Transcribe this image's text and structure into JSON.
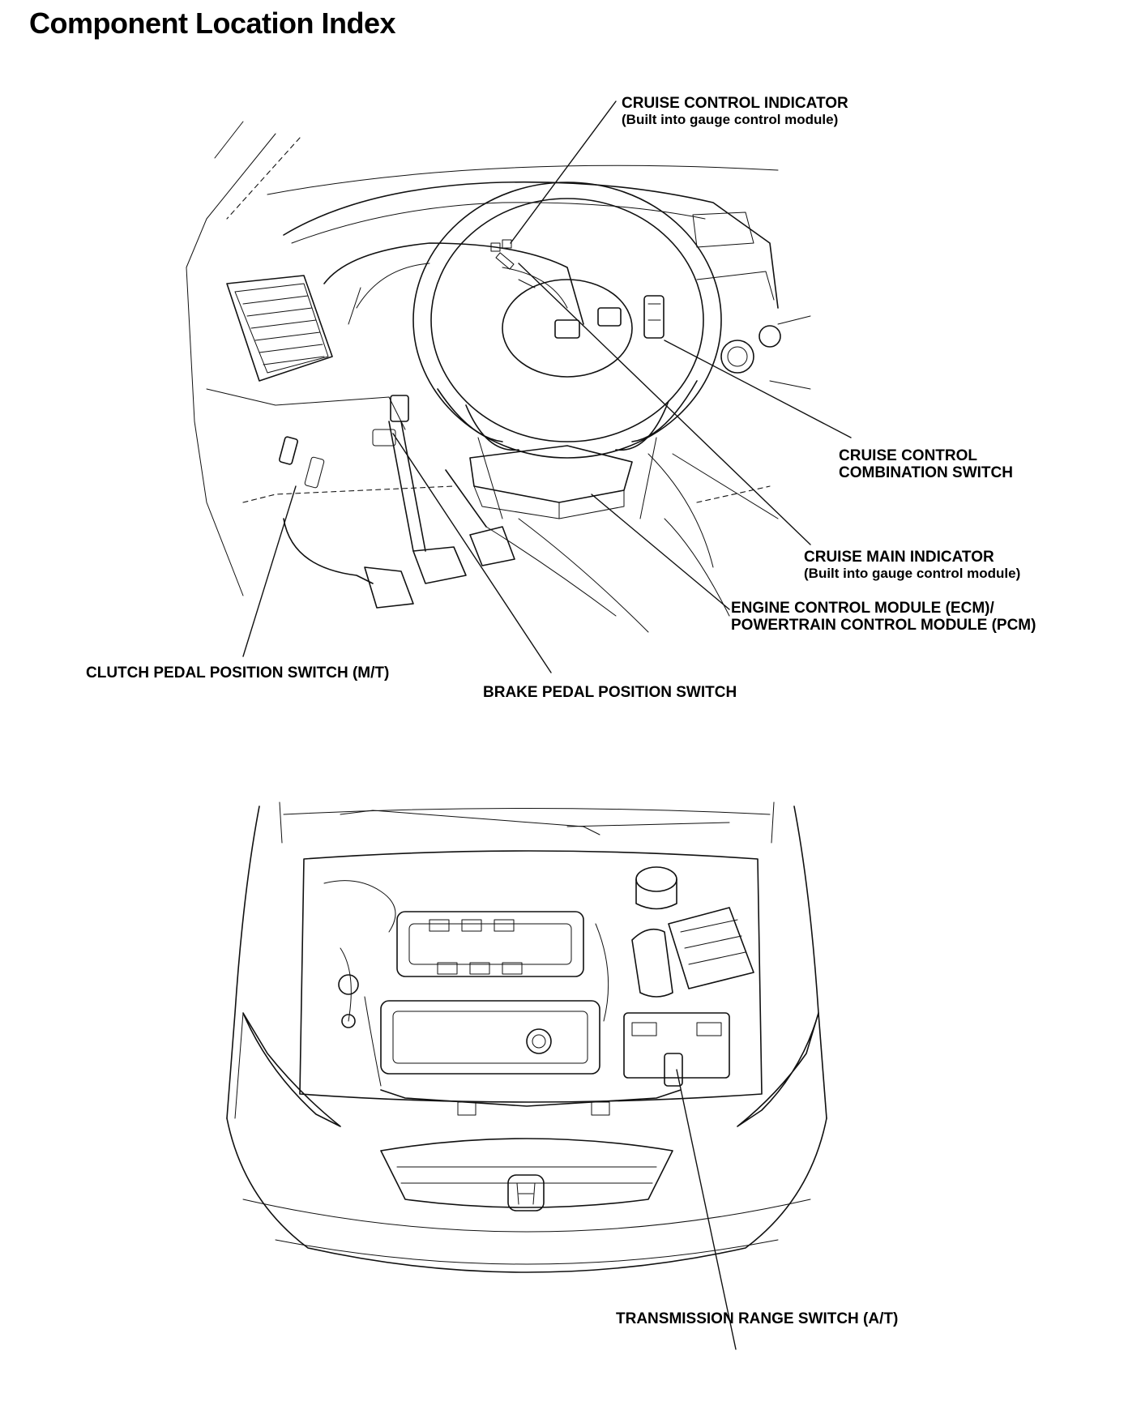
{
  "page": {
    "title": "Component Location Index"
  },
  "interior_callouts": {
    "cruise_control_indicator": {
      "name": "CRUISE CONTROL INDICATOR",
      "note": "(Built into gauge control module)"
    },
    "cruise_control_combination_switch": {
      "line1": "CRUISE CONTROL",
      "line2": "COMBINATION SWITCH"
    },
    "cruise_main_indicator": {
      "name": "CRUISE MAIN INDICATOR",
      "note": "(Built into gauge control module)"
    },
    "ecm_pcm": {
      "line1": "ENGINE CONTROL MODULE (ECM)/",
      "line2": "POWERTRAIN CONTROL MODULE (PCM)"
    },
    "clutch_pedal_position_switch": "CLUTCH PEDAL POSITION SWITCH (M/T)",
    "brake_pedal_position_switch": "BRAKE PEDAL POSITION SWITCH"
  },
  "engine_bay_callouts": {
    "transmission_range_switch": "TRANSMISSION RANGE SWITCH (A/T)"
  }
}
